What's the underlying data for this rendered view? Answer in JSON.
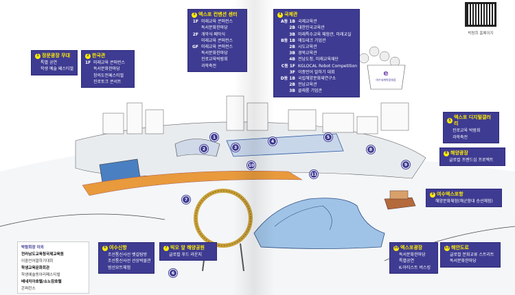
{
  "qr": {
    "caption": "박람회 홈페이지"
  },
  "boxes": {
    "b1": {
      "num": "1",
      "title": "정문광장 무대",
      "items": [
        "특별 공연",
        "학생 예술 페스티벌"
      ]
    },
    "b2": {
      "num": "2",
      "title": "한국관",
      "floor": "1F",
      "items": [
        "미래교육 콘퍼런스",
        "독서문화한마당",
        "창의도전페스티벌",
        "진로토크 콘서트"
      ]
    },
    "b3": {
      "num": "3",
      "title": "엑스포 컨벤션 센터",
      "rows": [
        {
          "k": "1F",
          "v": "미래교육 콘퍼런스"
        },
        {
          "k": "",
          "v": "독서문화한마당"
        },
        {
          "k": "2F",
          "v": "개막식·폐막식"
        },
        {
          "k": "",
          "v": "미래교육 콘퍼런스"
        },
        {
          "k": "GF",
          "v": "미래교육 콘퍼런스"
        },
        {
          "k": "",
          "v": "독서문화한마당"
        },
        {
          "k": "",
          "v": "진로교육박람회"
        },
        {
          "k": "",
          "v": "과학축전"
        }
      ]
    },
    "b4": {
      "num": "4",
      "title": "국제관",
      "rows": [
        {
          "k": "A동 1B",
          "v": "국제교육관"
        },
        {
          "k": "2B",
          "v": "대한민국교육관"
        },
        {
          "k": "3B",
          "v": "미래특수교육 체험관, 미래교실"
        },
        {
          "k": "B동 1B",
          "v": "에듀테크 기업관"
        },
        {
          "k": "2B",
          "v": "시도교육관"
        },
        {
          "k": "3B",
          "v": "경북교육관"
        },
        {
          "k": "4B",
          "v": "전남도청, 미래교육재단"
        },
        {
          "k": "C동 1F",
          "v": "KGLOCAL Robot Competition"
        },
        {
          "k": "3F",
          "v": "이중언어 말하기 대회"
        },
        {
          "k": "D동 1B",
          "v": "국립해양문화재연구소"
        },
        {
          "k": "2B",
          "v": "전남교육관"
        },
        {
          "k": "3B",
          "v": "클래룸 기업관"
        }
      ]
    },
    "b5": {
      "num": "5",
      "title": "엑스포 디지털갤러리",
      "items": [
        "진로교육 박람회",
        "과학축전"
      ]
    },
    "b8": {
      "num": "8",
      "title": "해양광장",
      "items": [
        "글로컬 프렌드십 프로젝트"
      ]
    },
    "b9": {
      "num": "9",
      "title": "여수엑스포항",
      "items": [
        "해양문화체험(해군함대 승선체험)"
      ]
    },
    "b6": {
      "num": "6",
      "title": "여수신항",
      "items": [
        "조선통신사선 뱃길탐방",
        "조선통신사선 선상박물관",
        "범선요트체험"
      ]
    },
    "b7": {
      "num": "7",
      "title": "빅오 앞 해양공원",
      "items": [
        "글로컬 푸드 라운지"
      ]
    },
    "b10": {
      "num": "10",
      "title": "엑스포광장",
      "items": [
        "독서문화한마당",
        "특별공연",
        "K-아티스트 버스킹"
      ]
    },
    "b11": {
      "num": "11",
      "title": "해안도로",
      "items": [
        "글로컬 문화교류 스트리트",
        "독서문화한마당"
      ]
    }
  },
  "legend": {
    "title": "박람회장 이외",
    "items": [
      {
        "name": "전라남도교육청국제교육원",
        "desc": "이중언어말하기대회"
      },
      {
        "name": "학생교육문화회관",
        "desc": "학생예술동아리페스티벌"
      },
      {
        "name": "베네치아호텔/소노캄호텔",
        "desc": "콘퍼런스"
      }
    ]
  },
  "markers": [
    "1",
    "2",
    "3",
    "4",
    "5",
    "6",
    "7",
    "8",
    "9",
    "10",
    "11"
  ],
  "sign": {
    "text": "여수세계박람회장"
  },
  "colors": {
    "box": "#3e3b92",
    "title": "#ffeb00"
  }
}
